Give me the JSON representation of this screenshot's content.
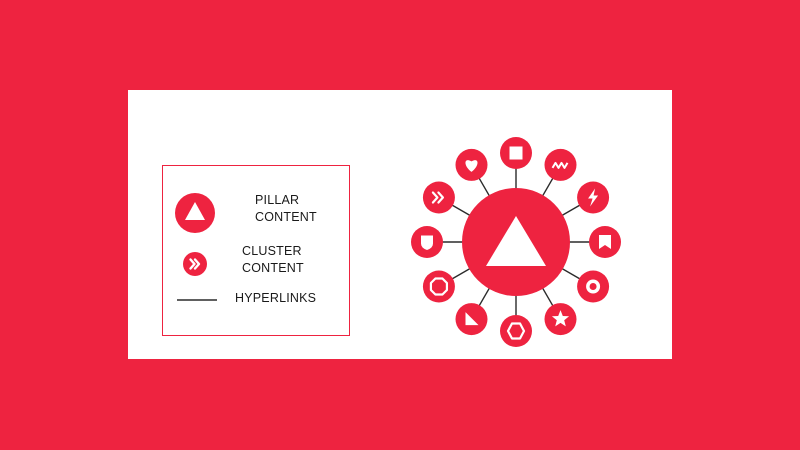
{
  "legend": {
    "pillar_label_line1": "PILLAR",
    "pillar_label_line2": "CONTENT",
    "cluster_label_line1": "CLUSTER",
    "cluster_label_line2": "CONTENT",
    "hyperlinks_label": "HYPERLINKS"
  },
  "diagram": {
    "center_icon": "triangle-icon",
    "cluster_icons": [
      "square-icon",
      "wave-icon",
      "lightning-icon",
      "bookmark-icon",
      "target-icon",
      "star-icon",
      "hexagon-icon",
      "corner-triangle-icon",
      "octagon-icon",
      "shield-icon",
      "chevron-right-icon",
      "heart-icon"
    ]
  },
  "colors": {
    "background": "#EE2340",
    "accent": "#EE2340",
    "panel": "#FFFFFF",
    "line": "#2B2B2B",
    "text": "#1A1A1A"
  }
}
